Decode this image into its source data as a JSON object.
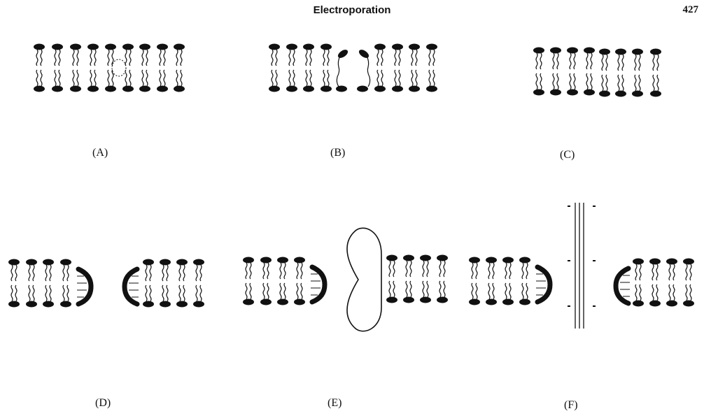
{
  "header": {
    "title": "Electroporation",
    "page_number": "427"
  },
  "panels": [
    {
      "id": "A",
      "label": "(A)"
    },
    {
      "id": "B",
      "label": "(B)"
    },
    {
      "id": "C",
      "label": "(C)"
    },
    {
      "id": "D",
      "label": "(D)"
    },
    {
      "id": "E",
      "label": "(E)"
    },
    {
      "id": "F",
      "label": "(F)"
    }
  ],
  "colors": {
    "ink": "#111111",
    "background": "#ffffff"
  }
}
